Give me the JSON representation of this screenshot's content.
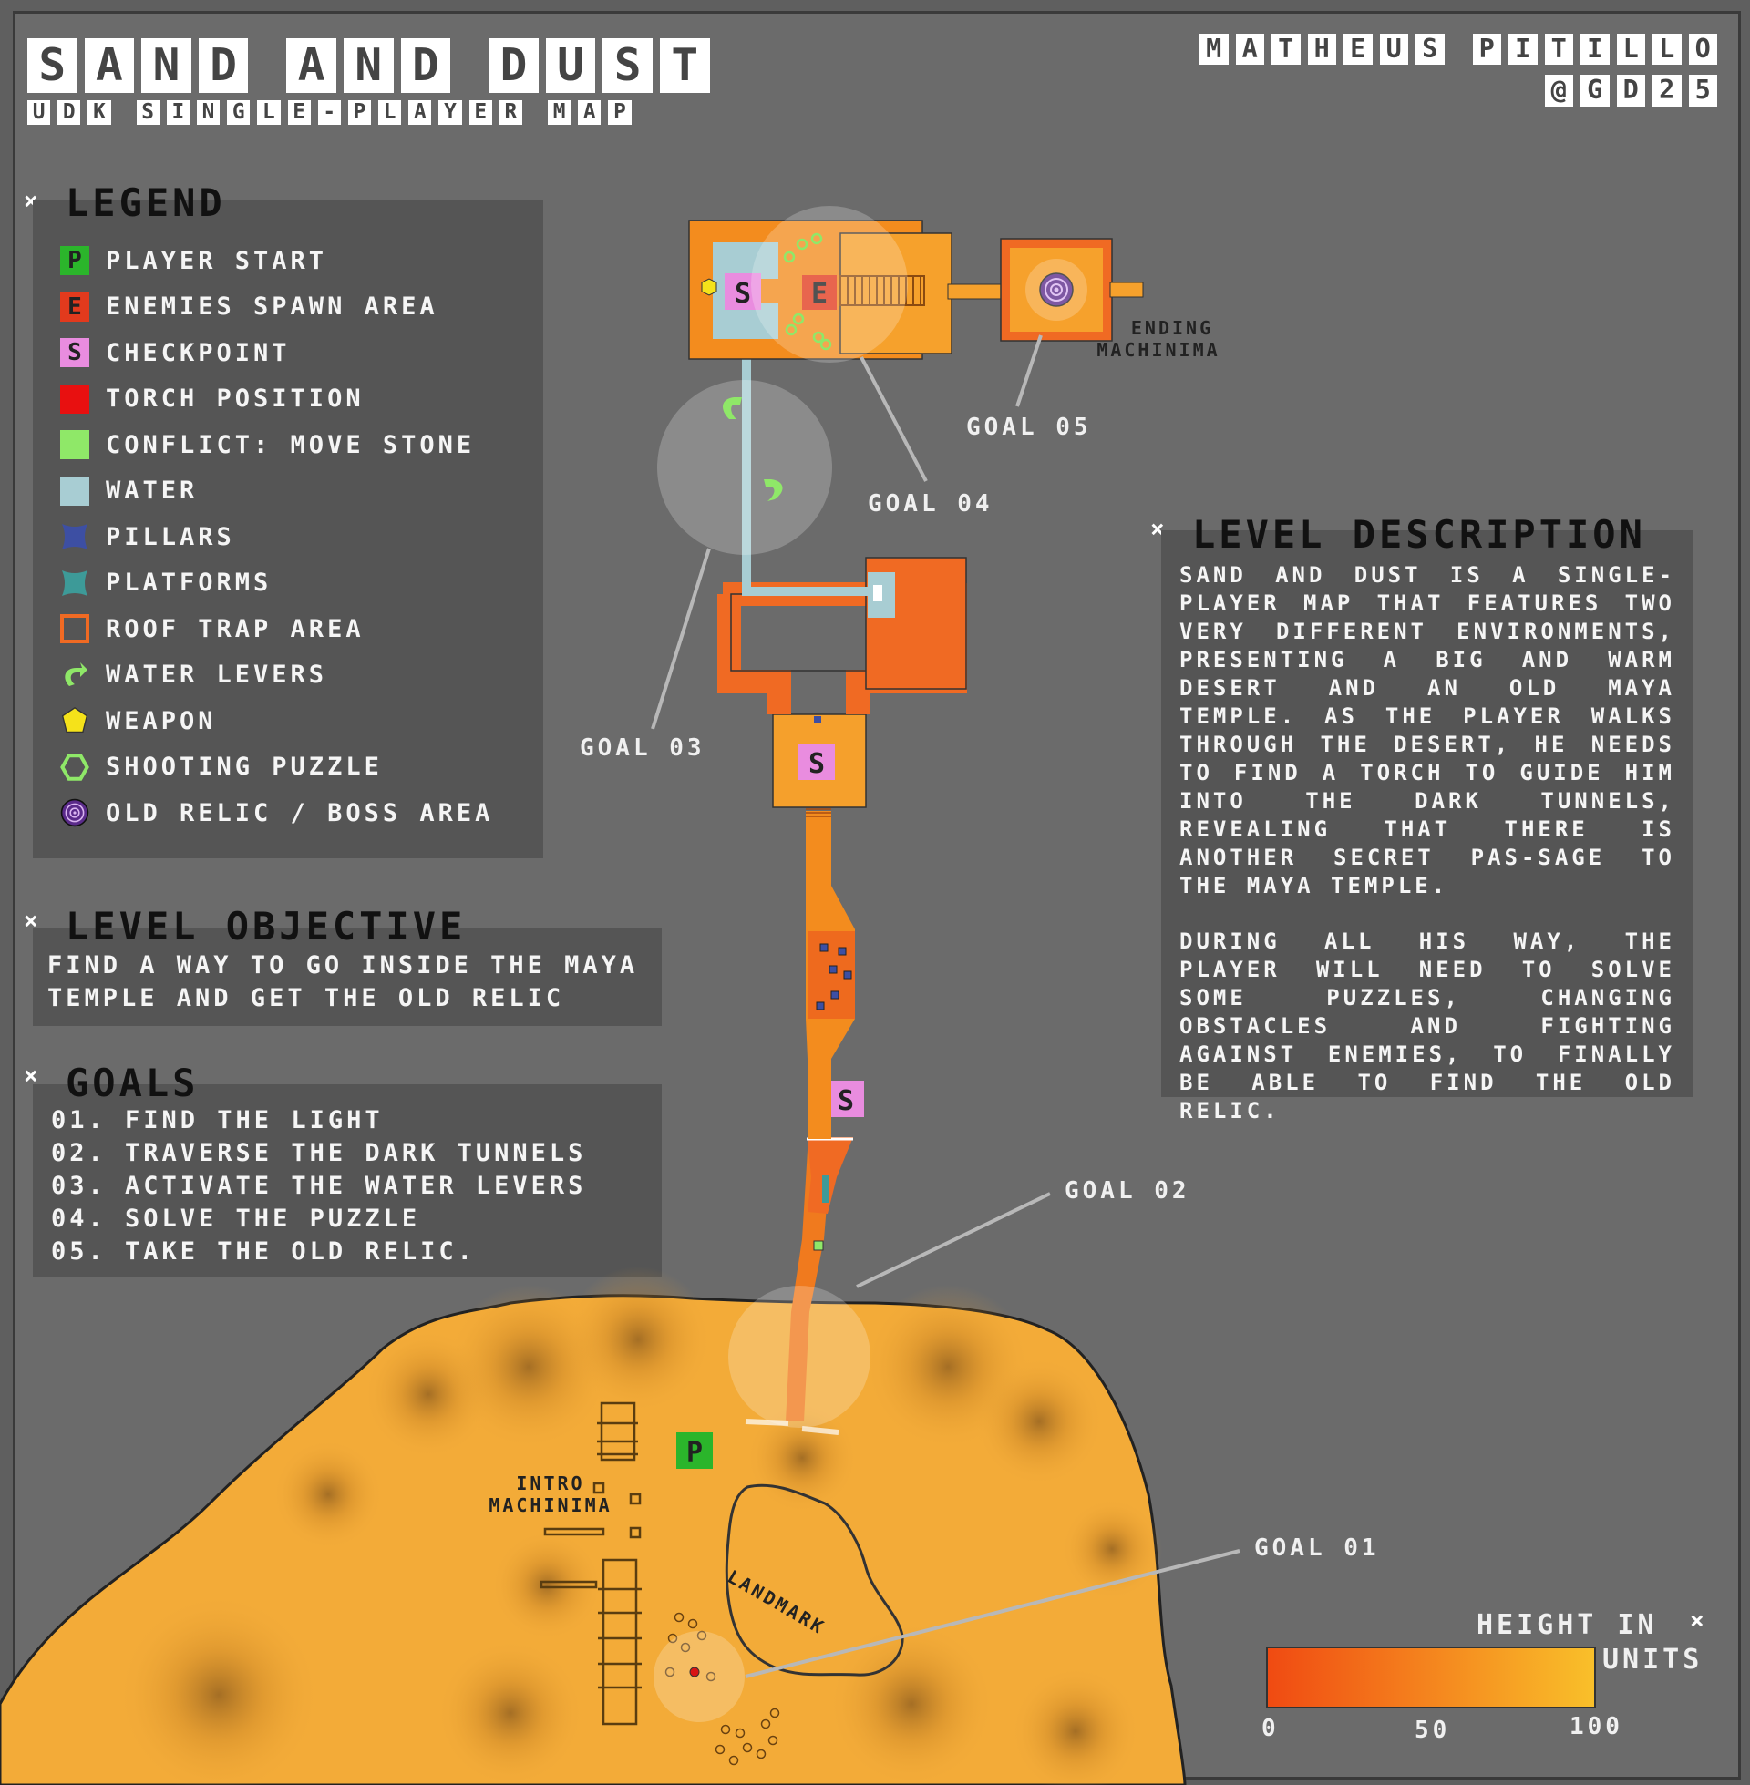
{
  "header": {
    "title": "SAND AND DUST",
    "subtitle": "UDK SINGLE-PLAYER MAP",
    "author": "MATHEUS PITILLO",
    "handle": "@GD25"
  },
  "legend": {
    "title": "LEGEND",
    "items": [
      {
        "label": "PLAYER START",
        "marker": "P",
        "icon": "player-start-icon",
        "color": "#2bb52b"
      },
      {
        "label": "ENEMIES SPAWN AREA",
        "marker": "E",
        "icon": "enemies-spawn-icon",
        "color": "#e23a1d"
      },
      {
        "label": "CHECKPOINT",
        "marker": "S",
        "icon": "checkpoint-icon",
        "color": "#e98cdf"
      },
      {
        "label": "TORCH POSITION",
        "marker": "",
        "icon": "torch-icon",
        "color": "#e81010"
      },
      {
        "label": "CONFLICT: MOVE STONE",
        "marker": "",
        "icon": "move-stone-icon",
        "color": "#8fe868"
      },
      {
        "label": "WATER",
        "marker": "",
        "icon": "water-icon",
        "color": "#a8cdd3"
      },
      {
        "label": "PILLARS",
        "marker": "",
        "icon": "pillars-icon",
        "color": "#3d4fa3"
      },
      {
        "label": "PLATFORMS",
        "marker": "",
        "icon": "platforms-icon",
        "color": "#3d9a98"
      },
      {
        "label": "ROOF TRAP AREA",
        "marker": "",
        "icon": "roof-trap-icon",
        "color": "#f06a23"
      },
      {
        "label": "WATER LEVERS",
        "marker": "",
        "icon": "water-lever-icon",
        "color": "#8fe868"
      },
      {
        "label": "WEAPON",
        "marker": "",
        "icon": "weapon-icon",
        "color": "#f5e21a"
      },
      {
        "label": "SHOOTING PUZZLE",
        "marker": "",
        "icon": "shooting-puzzle-icon",
        "color": "#8fe868"
      },
      {
        "label": "OLD RELIC / BOSS AREA",
        "marker": "",
        "icon": "relic-icon",
        "color": "#5a2a8a"
      }
    ]
  },
  "objective": {
    "title": "LEVEL OBJECTIVE",
    "text": "FIND A WAY TO GO INSIDE THE MAYA TEMPLE AND GET THE OLD RELIC"
  },
  "goals": {
    "title": "GOALS",
    "items": [
      "01. FIND THE LIGHT",
      "02. TRAVERSE THE DARK TUNNELS",
      "03. ACTIVATE THE WATER LEVERS",
      "04. SOLVE THE PUZZLE",
      "05. TAKE THE OLD RELIC."
    ]
  },
  "description": {
    "title": "LEVEL DESCRIPTION",
    "paragraphs": [
      "SAND AND DUST IS A SINGLE-PLAYER MAP THAT FEATURES TWO VERY DIFFERENT ENVIRONMENTS, PRESENTING A BIG AND WARM DESERT AND AN OLD MAYA TEMPLE. AS THE PLAYER WALKS THROUGH THE DESERT, HE NEEDS TO FIND A TORCH TO GUIDE HIM INTO THE DARK TUNNELS, REVEALING THAT THERE IS ANOTHER SECRET PAS-SAGE TO THE MAYA TEMPLE.",
      "DURING ALL HIS WAY, THE PLAYER WILL NEED TO SOLVE SOME PUZZLES, CHANGING OBSTACLES AND FIGHTING AGAINST ENEMIES, TO FINALLY BE ABLE TO FIND THE OLD RELIC."
    ]
  },
  "map": {
    "markers": {
      "player": "P",
      "enemy": "E",
      "checkpoint": "S"
    },
    "labels": {
      "goal_01": "GOAL 01",
      "goal_02": "GOAL 02",
      "goal_03": "GOAL 03",
      "goal_04": "GOAL 04",
      "goal_05": "GOAL 05",
      "ending_1": "ENDING",
      "ending_2": "MACHINIMA",
      "intro_1": "INTRO",
      "intro_2": "MACHINIMA",
      "landmark": "LANDMARK"
    }
  },
  "height_scale": {
    "title_1": "HEIGHT IN",
    "title_2": "UNITS",
    "ticks": [
      "0",
      "50",
      "100"
    ],
    "color_low": "#f04a12",
    "color_high": "#f9c02a"
  }
}
